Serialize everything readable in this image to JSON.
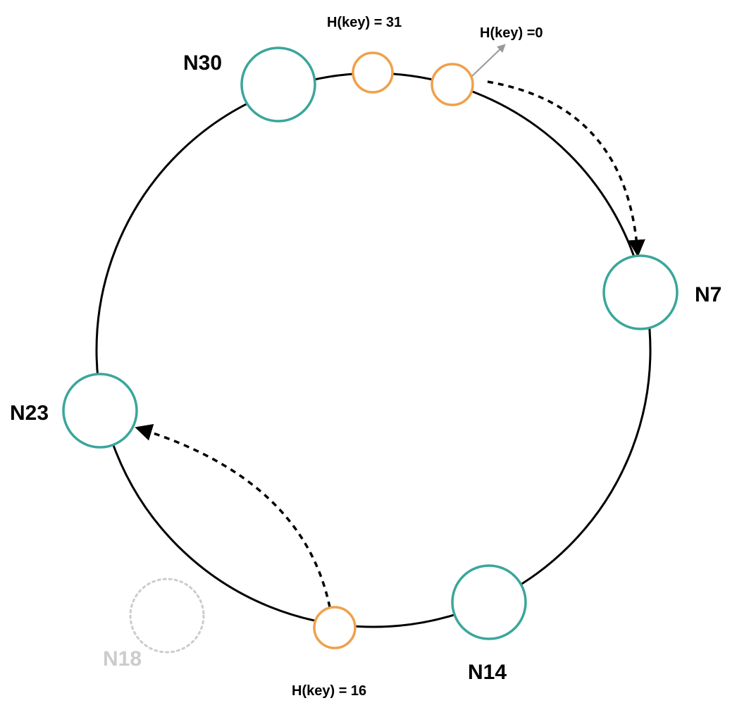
{
  "colors": {
    "ring": "#000000",
    "node_stroke": "#3aa69b",
    "key_stroke": "#f0a04b",
    "removed_node": "#cccccc",
    "pointer_arrow": "#999999",
    "label_text": "#000000"
  },
  "ring": {
    "name": "hash-ring"
  },
  "nodes": [
    {
      "id": "n30",
      "label": "N30",
      "state": "active"
    },
    {
      "id": "n7",
      "label": "N7",
      "state": "active"
    },
    {
      "id": "n23",
      "label": "N23",
      "state": "active"
    },
    {
      "id": "n14",
      "label": "N14",
      "state": "active"
    },
    {
      "id": "n18",
      "label": "N18",
      "state": "removed"
    }
  ],
  "keys": [
    {
      "id": "k31",
      "label": "H(key) = 31"
    },
    {
      "id": "k0",
      "label": "H(key) =0"
    },
    {
      "id": "k16",
      "label": "H(key) = 16"
    }
  ],
  "mappings": [
    {
      "from": "k0",
      "to": "n7",
      "style": "dashed"
    },
    {
      "from": "k16",
      "to": "n23",
      "style": "dashed"
    }
  ]
}
